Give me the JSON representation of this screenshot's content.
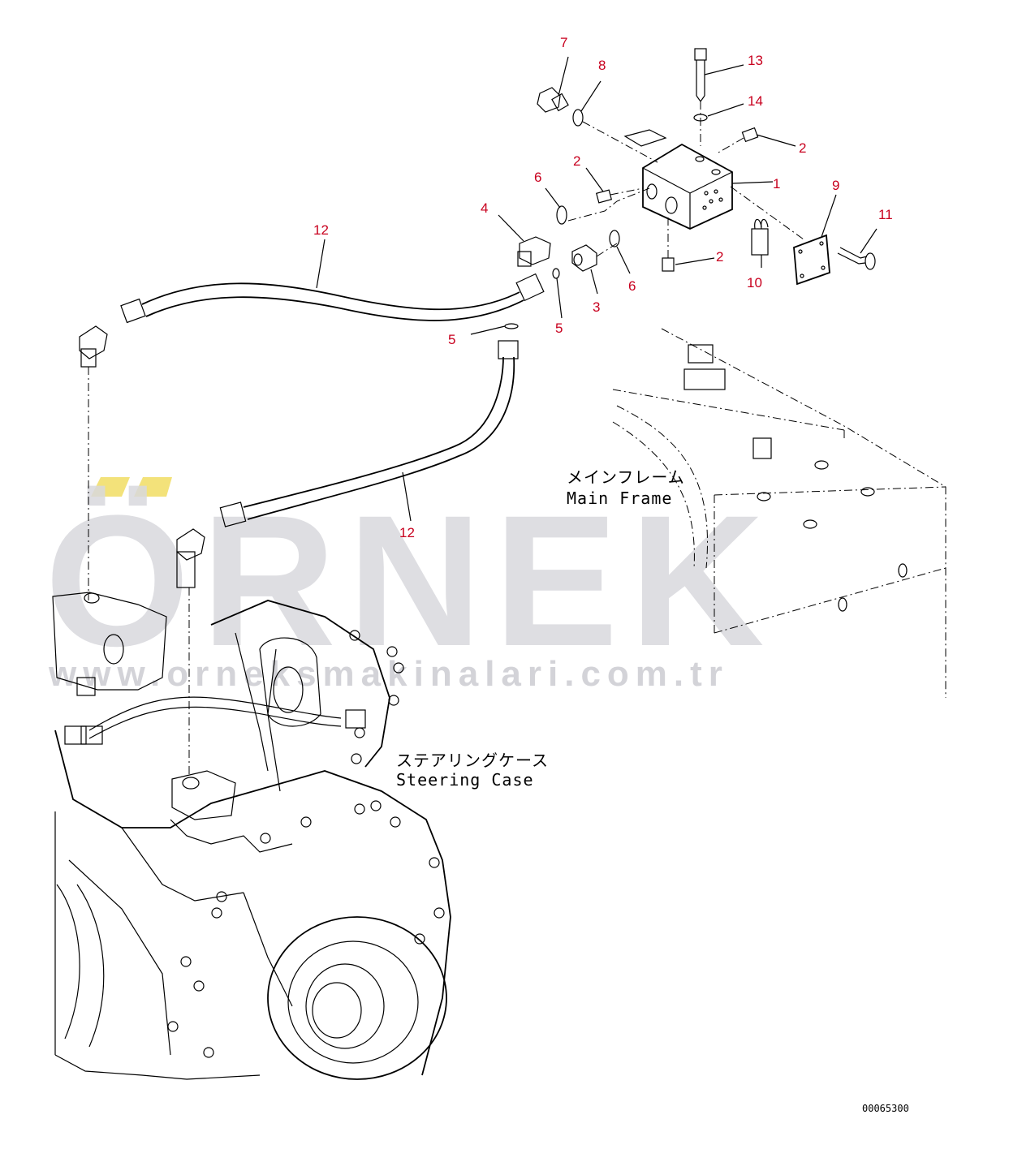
{
  "callouts": [
    {
      "id": "c7",
      "text": "7"
    },
    {
      "id": "c8",
      "text": "8"
    },
    {
      "id": "c13",
      "text": "13"
    },
    {
      "id": "c14",
      "text": "14"
    },
    {
      "id": "c2a",
      "text": "2"
    },
    {
      "id": "c2b",
      "text": "2"
    },
    {
      "id": "c1",
      "text": "1"
    },
    {
      "id": "c6a",
      "text": "6"
    },
    {
      "id": "c9",
      "text": "9"
    },
    {
      "id": "c11",
      "text": "11"
    },
    {
      "id": "c12a",
      "text": "12"
    },
    {
      "id": "c4",
      "text": "4"
    },
    {
      "id": "c2c",
      "text": "2"
    },
    {
      "id": "c10",
      "text": "10"
    },
    {
      "id": "c6b",
      "text": "6"
    },
    {
      "id": "c3",
      "text": "3"
    },
    {
      "id": "c5a",
      "text": "5"
    },
    {
      "id": "c5b",
      "text": "5"
    },
    {
      "id": "c12b",
      "text": "12"
    }
  ],
  "labels": {
    "main_frame_jp": "メインフレーム",
    "main_frame_en": "Main Frame",
    "steering_case_jp": "ステアリングケース",
    "steering_case_en": "Steering Case",
    "drawing_number": "00065300"
  },
  "watermark": {
    "brand": "ÖRNEK",
    "url": "www.orneksmakinalari.com.tr"
  },
  "colors": {
    "callout": "#c8001e",
    "watermark": "#d9d9dd",
    "watermark_accent": "#f3e27a",
    "line": "#000000"
  }
}
